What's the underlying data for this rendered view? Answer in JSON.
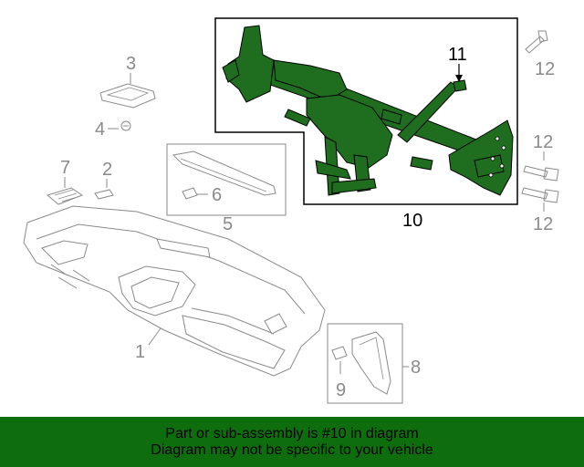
{
  "callouts": {
    "c1": "1",
    "c2": "2",
    "c3": "3",
    "c4": "4",
    "c5": "5",
    "c6": "6",
    "c7": "7",
    "c8": "8",
    "c9": "9",
    "c10": "10",
    "c11": "11",
    "c12a": "12",
    "c12b": "12",
    "c12c": "12"
  },
  "banner": {
    "line1": "Part or sub-assembly is #10 in diagram",
    "line2": "Diagram may not be specific to your vehicle"
  },
  "colors": {
    "highlight": "#0e6e0e",
    "callout_text": "#8a8a8a",
    "line_art": "#9a9a9a"
  }
}
